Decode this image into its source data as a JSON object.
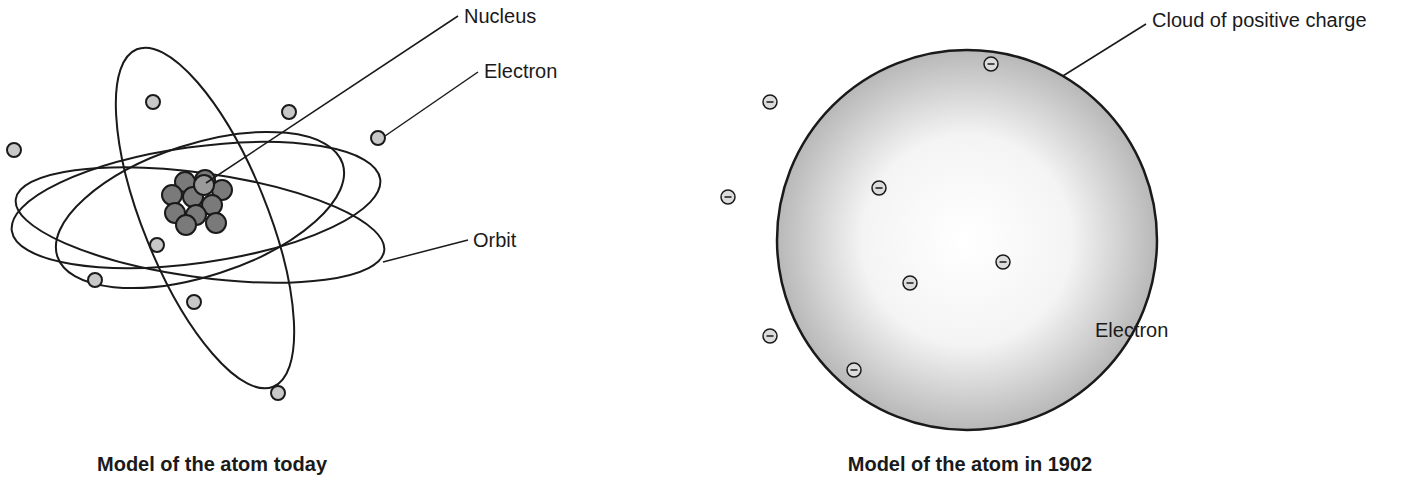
{
  "diagram": {
    "labels": [
      "Nucleus",
      "Electron",
      "Orbit",
      "Cloud of positive charge",
      "Electron",
      "Model of the atom today",
      "Model of the atom in 1902"
    ]
  }
}
